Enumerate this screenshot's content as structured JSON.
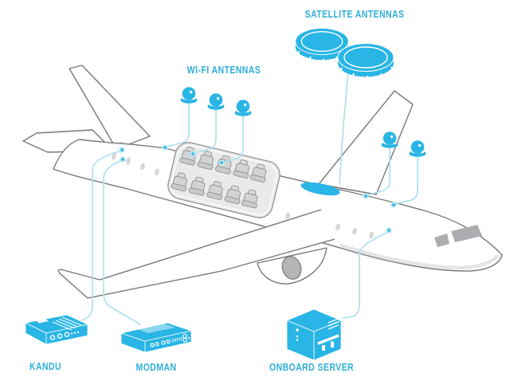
{
  "labels": {
    "satellite_antennas": "SATELLITE ANTENNAS",
    "wifi_antennas": "WI-FI ANTENNAS",
    "kandu": "KANDU",
    "modman": "MODMAN",
    "onboard_server": "ONBOARD SERVER"
  },
  "components": {
    "satellite_antenna_count": 2,
    "wifi_antenna_count": 5,
    "cabin_seat_count": 10
  },
  "colors": {
    "accent_cyan": "#29B5E5",
    "label_text": "#2FAFD8",
    "connector_line": "#A9DFF0",
    "airframe_outline": "#77787A",
    "window_gray": "#D6D7D8",
    "cabin_panel": "#E9EAEA"
  }
}
